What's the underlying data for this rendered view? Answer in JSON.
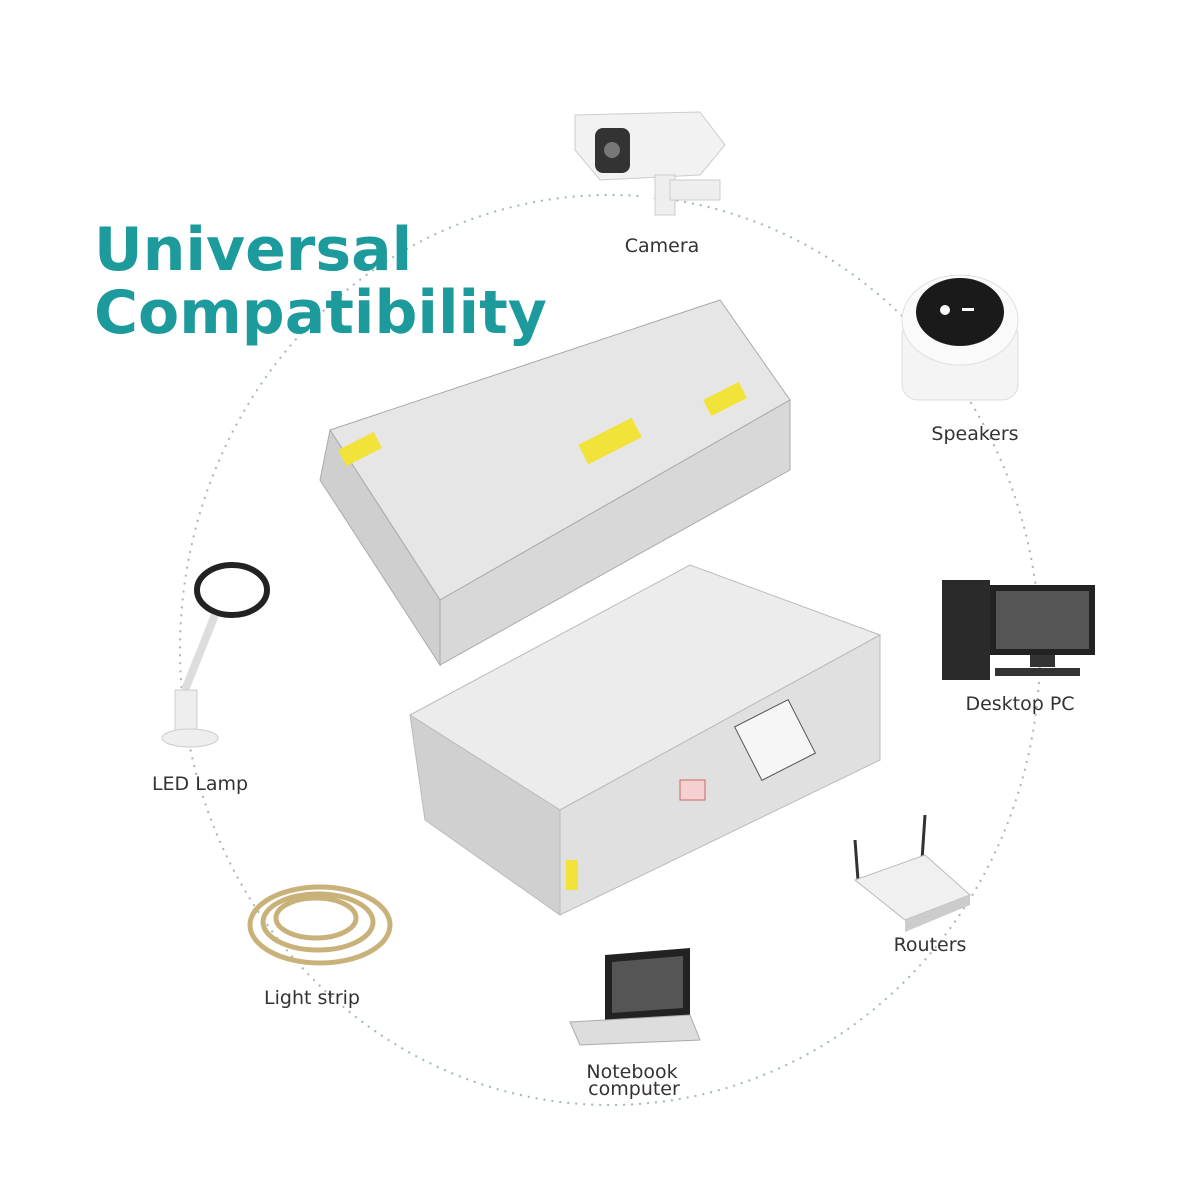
{
  "headline": {
    "line1": "Universal",
    "line2": "Compatibility"
  },
  "accent_color": "#1c9a9c",
  "devices": [
    {
      "label": "Camera",
      "icon": "security-camera"
    },
    {
      "label": "Speakers",
      "icon": "smart-speaker"
    },
    {
      "label": "Desktop PC",
      "icon": "desktop-computer"
    },
    {
      "label": "Routers",
      "icon": "wifi-router"
    },
    {
      "label": "Notebook",
      "label2": "computer",
      "icon": "laptop"
    },
    {
      "label": "Light strip",
      "icon": "led-strip"
    },
    {
      "label": "LED Lamp",
      "icon": "desk-lamp"
    }
  ],
  "product": {
    "icon": "power-supply-unit"
  }
}
